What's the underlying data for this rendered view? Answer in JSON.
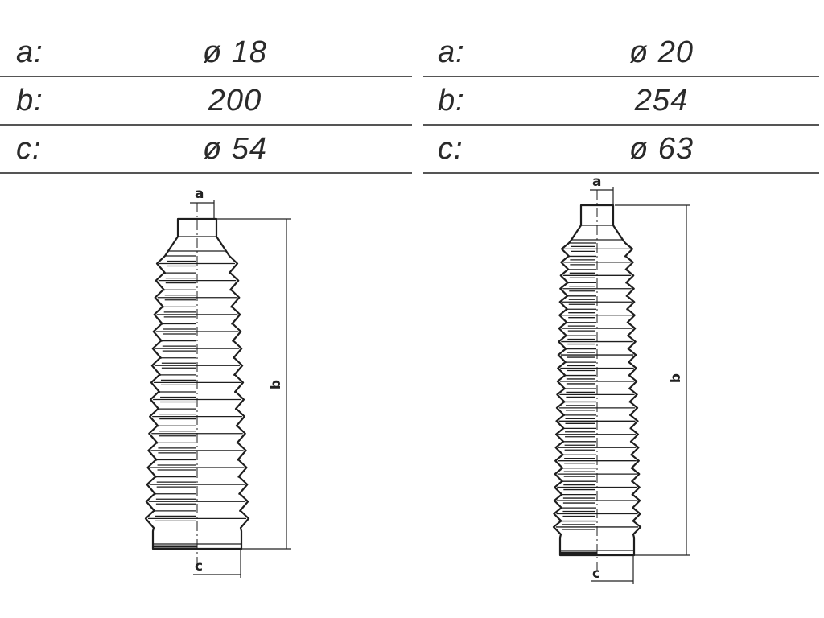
{
  "boots": [
    {
      "specs": [
        {
          "label": "a:",
          "value": "ø 18"
        },
        {
          "label": "b:",
          "value": "200"
        },
        {
          "label": "c:",
          "value": "ø  54"
        }
      ],
      "dim_labels": {
        "a": "a",
        "b": "b",
        "c": "c"
      }
    },
    {
      "specs": [
        {
          "label": "a:",
          "value": "ø 20"
        },
        {
          "label": "b:",
          "value": "254"
        },
        {
          "label": "c:",
          "value": "ø  63"
        }
      ],
      "dim_labels": {
        "a": "a",
        "b": "b",
        "c": "c"
      }
    }
  ]
}
